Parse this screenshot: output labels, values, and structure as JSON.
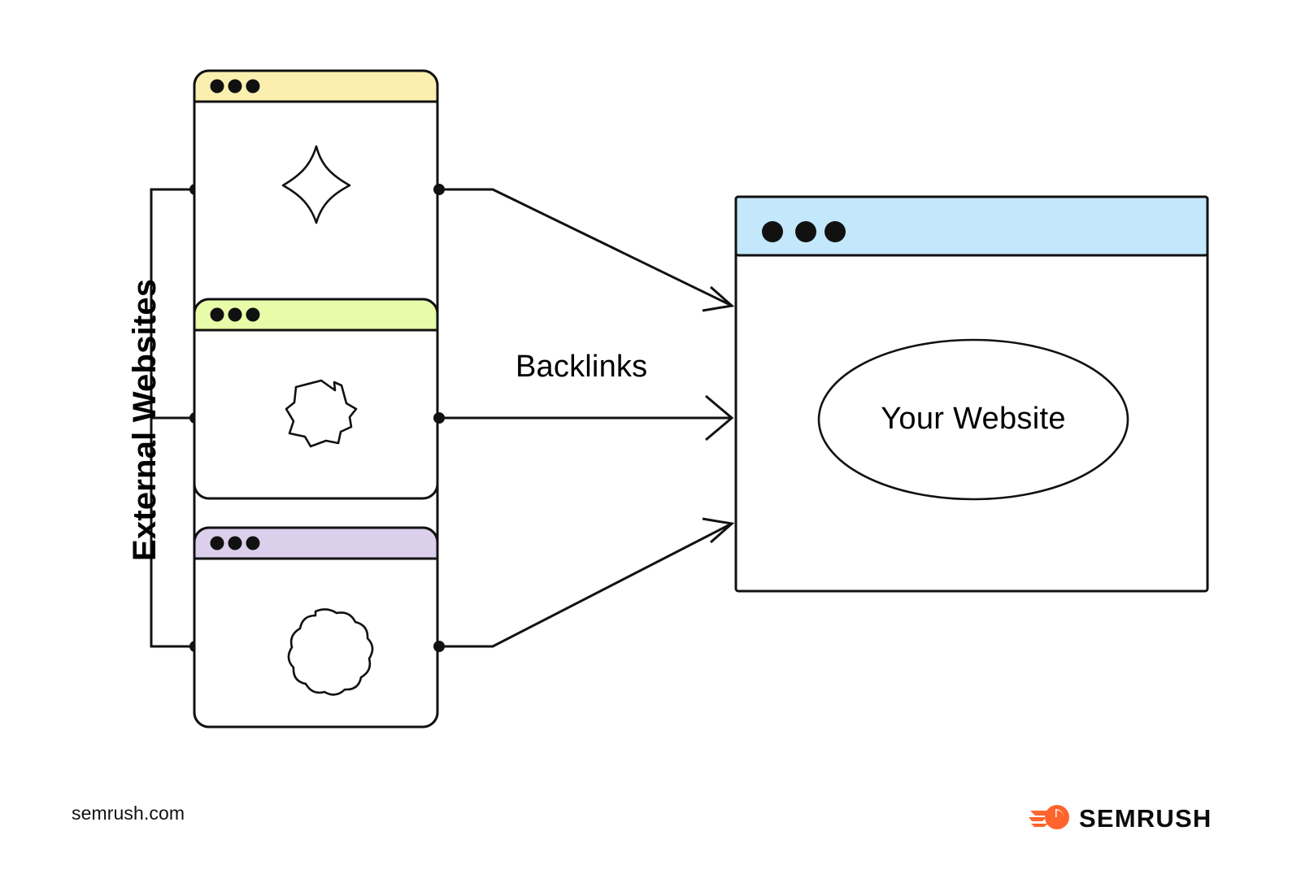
{
  "diagram": {
    "title": "Backlinks",
    "axis_label": "External Websites",
    "target_label": "Your Website"
  },
  "external_windows": [
    {
      "name": "window-yellow",
      "titlebar_color": "#FBEFB0",
      "dot_color": "#111111",
      "dot_count": 3,
      "shape": "astroid-diamond-icon"
    },
    {
      "name": "window-green",
      "titlebar_color": "#E8FBA8",
      "dot_color": "#111111",
      "dot_count": 3,
      "shape": "blob-polygon-icon"
    },
    {
      "name": "window-purple",
      "titlebar_color": "#DCCFEC",
      "dot_color": "#111111",
      "dot_count": 3,
      "shape": "scalloped-flower-icon"
    }
  ],
  "target_window": {
    "name": "window-your-website",
    "titlebar_color": "#C3E7FB",
    "dot_color": "#111111",
    "dot_count": 3,
    "shape": "ellipse"
  },
  "connectors": {
    "stroke_color": "#111111",
    "arrow_count": 3,
    "bracket_label": "External Websites"
  },
  "footer": {
    "url": "semrush.com",
    "brand": "SEMRUSH",
    "brand_color": "#FF642D"
  }
}
